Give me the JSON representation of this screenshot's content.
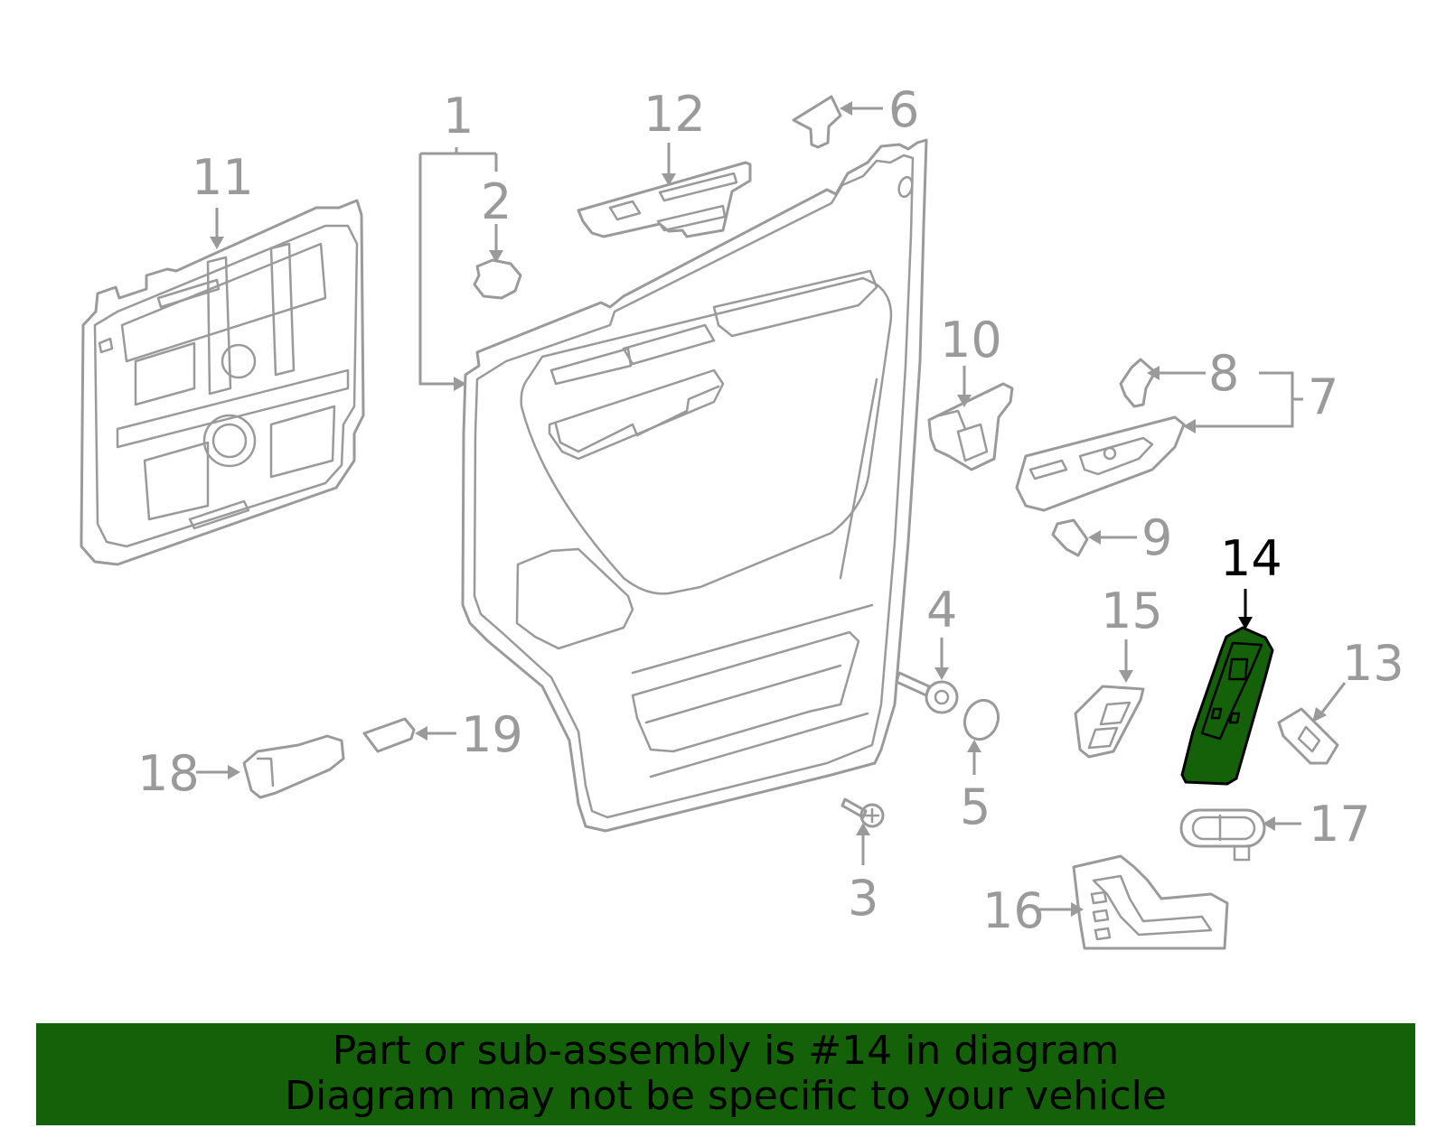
{
  "diagram": {
    "highlight_color": "#156109",
    "highlighted_part": "14",
    "callouts": [
      {
        "id": "c1",
        "label": "1"
      },
      {
        "id": "c2",
        "label": "2"
      },
      {
        "id": "c3",
        "label": "3"
      },
      {
        "id": "c4",
        "label": "4"
      },
      {
        "id": "c5",
        "label": "5"
      },
      {
        "id": "c6",
        "label": "6"
      },
      {
        "id": "c7",
        "label": "7"
      },
      {
        "id": "c8",
        "label": "8"
      },
      {
        "id": "c9",
        "label": "9"
      },
      {
        "id": "c10",
        "label": "10"
      },
      {
        "id": "c11",
        "label": "11"
      },
      {
        "id": "c12",
        "label": "12"
      },
      {
        "id": "c13",
        "label": "13"
      },
      {
        "id": "c14",
        "label": "14"
      },
      {
        "id": "c15",
        "label": "15"
      },
      {
        "id": "c16",
        "label": "16"
      },
      {
        "id": "c17",
        "label": "17"
      },
      {
        "id": "c18",
        "label": "18"
      },
      {
        "id": "c19",
        "label": "19"
      }
    ]
  },
  "banner": {
    "line1": "Part or sub-assembly is #14 in diagram",
    "line2": "Diagram may not be specific to your vehicle",
    "background": "#156109"
  }
}
